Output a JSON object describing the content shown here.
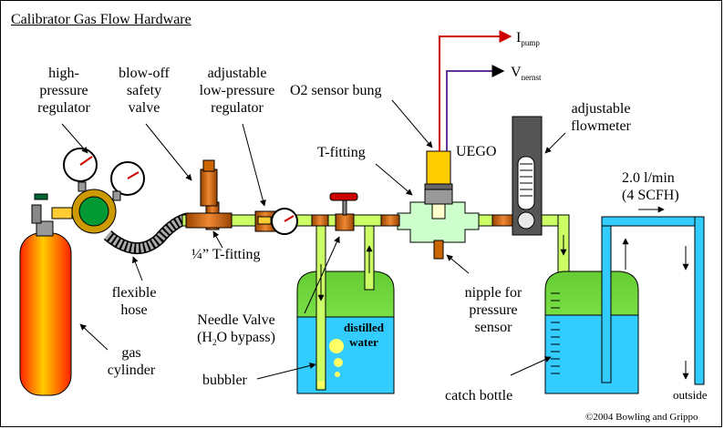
{
  "title": "Calibrator Gas Flow Hardware",
  "labels": {
    "high_pressure_regulator": [
      "high-",
      "pressure",
      "regulator"
    ],
    "blow_off_safety_valve": [
      "blow-off",
      "safety",
      "valve"
    ],
    "adjustable_low_pressure_regulator": [
      "adjustable",
      "low-pressure",
      "regulator"
    ],
    "o2_sensor_bung": "O2 sensor bung",
    "t_fitting": "T-fitting",
    "uego": "UEGO",
    "adjustable_flowmeter": [
      "adjustable",
      "flowmeter"
    ],
    "i_pump": {
      "main": "I",
      "sub": "pump"
    },
    "v_nernst": {
      "main": "V",
      "sub": "nernst"
    },
    "flow_rate": [
      "2.0 l/min",
      "(4 SCFH)"
    ],
    "quarter_t_fitting": "¼” T-fitting",
    "flexible_hose": [
      "flexible",
      "hose"
    ],
    "needle_valve": [
      "Needle Valve",
      "(H",
      "2",
      "O bypass)"
    ],
    "nipple": [
      "nipple for",
      "pressure",
      "sensor"
    ],
    "distilled_water": [
      "distilled",
      "water"
    ],
    "gas_cylinder": [
      "gas",
      "cylinder"
    ],
    "bubbler": "bubbler",
    "catch_bottle": "catch bottle",
    "outside": "outside",
    "copyright": "©2004 Bowling and Grippo"
  },
  "colors": {
    "cylinder": "#ff3300",
    "water": "#33ccff",
    "bottle_top": "#66cc33",
    "pipe": "#ccff66",
    "pipe_dark": "#336600",
    "brass": "#cc6600",
    "sensor": "#ffcc00",
    "wire_red": "#cc0000",
    "outlet_tube": "#33ccff"
  }
}
